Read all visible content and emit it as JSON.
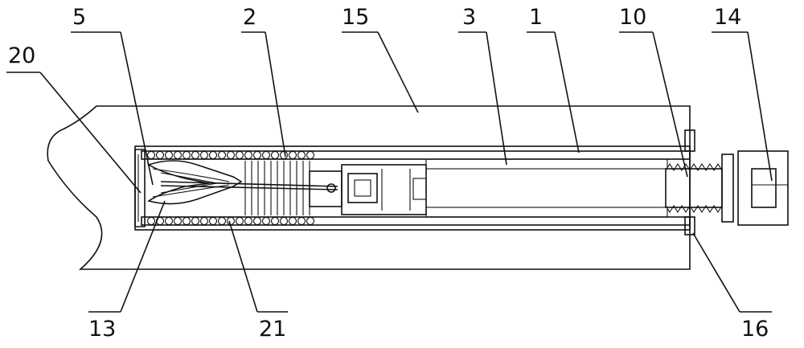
{
  "figure": {
    "labels": {
      "top": [
        "5",
        "2",
        "15",
        "3",
        "1",
        "10",
        "14"
      ],
      "left": [
        "20"
      ],
      "bottom": [
        "13",
        "21",
        "16"
      ]
    }
  }
}
